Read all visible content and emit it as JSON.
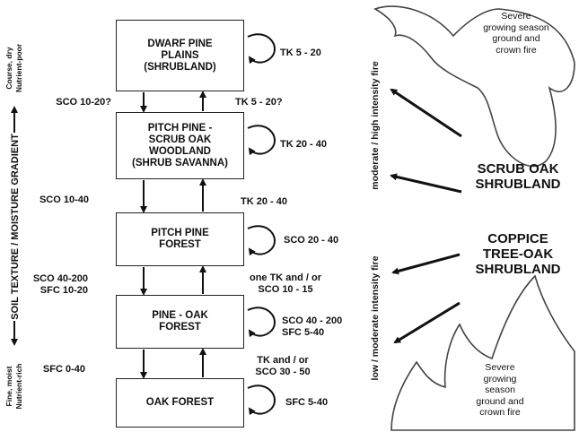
{
  "boxes": {
    "dwarf_pine": "DWARF PINE\nPLAINS\n(SHRUBLAND)",
    "pitch_scrub": "PITCH PINE -\nSCRUB OAK\nWOODLAND\n(SHRUB SAVANNA)",
    "pitch_forest": "PITCH PINE\nFOREST",
    "pine_oak": "PINE - OAK\nFOREST",
    "oak_forest": "OAK FOREST"
  },
  "cycles": {
    "dwarf": "TK 5 - 20",
    "pitch_scrub": "TK 20 - 40",
    "pitch_forest": "SCO 20 - 40",
    "pine_oak": "SCO 40 - 200\nSFC 5-40",
    "oak": "SFC 5-40"
  },
  "down_labels": {
    "d1": "SCO 10-20?",
    "d2": "SCO 10-40",
    "d3": "SCO 40-200\nSFC 10-20",
    "d4": "SFC 0-40"
  },
  "up_labels": {
    "u1": "TK 5 - 20?",
    "u2": "TK 20 - 40",
    "u3": "one TK and / or\nSCO 10 - 15",
    "u4": "TK and / or\nSCO 30 - 50"
  },
  "gradient": {
    "main": "SOIL TEXTURE / MOISTURE GRADIENT",
    "top": "Course, dry\nNutrient-poor",
    "bottom": "Fine, moist\nNutrient-rich"
  },
  "fire": {
    "high": "moderate / high intensity fire",
    "low": "low / moderate intensity fire"
  },
  "shrublands": {
    "scrub_oak": "SCRUB OAK\nSHRUBLAND",
    "coppice": "COPPICE\nTREE-OAK\nSHRUBLAND"
  },
  "severe": {
    "top": "Severe\ngrowing season\nground and\ncrown fire",
    "bottom": "Severe\ngrowing\nseason\nground and\ncrown fire"
  }
}
